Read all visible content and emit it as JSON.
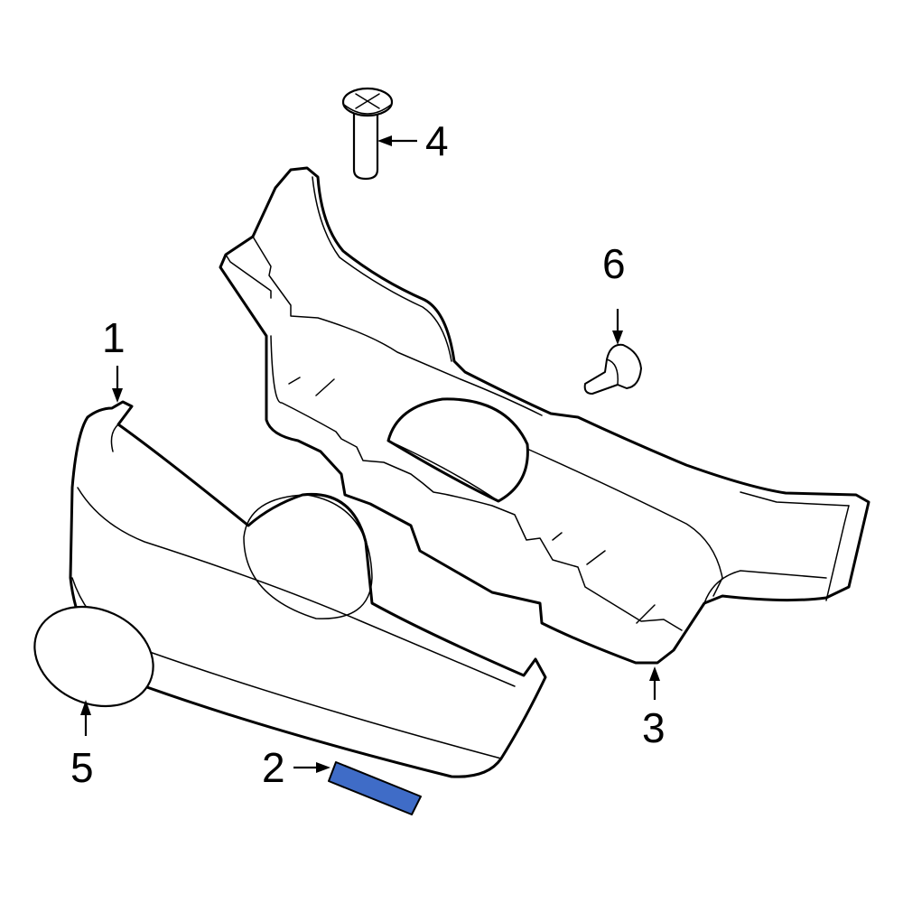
{
  "callouts": {
    "c1": "1",
    "c2": "2",
    "c3": "3",
    "c4": "4",
    "c5": "5",
    "c6": "6"
  },
  "colors": {
    "highlight": "#3f6cc7",
    "line": "#000000",
    "background": "#ffffff"
  },
  "highlighted_part": "2"
}
